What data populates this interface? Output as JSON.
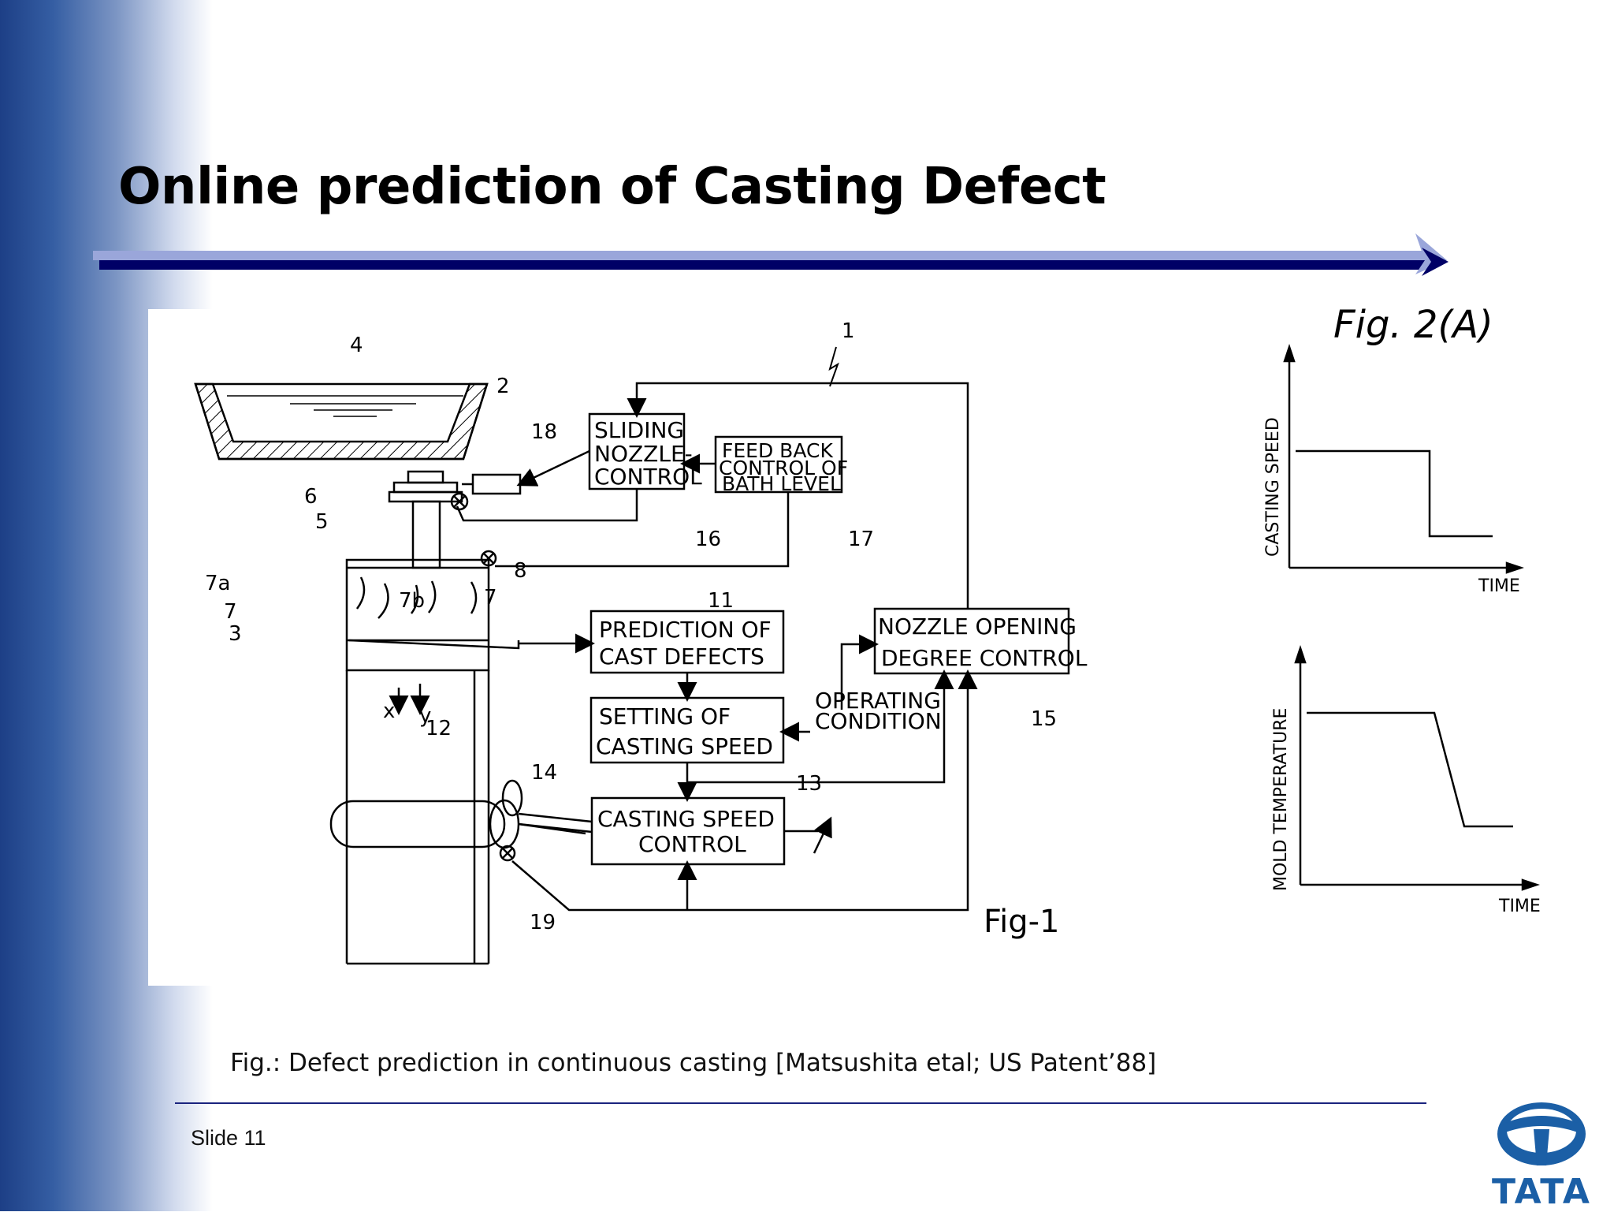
{
  "title": "Online prediction of Casting Defect",
  "diagram": {
    "blocks": {
      "sliding_nozzle": [
        "SLIDING",
        "NOZZLE-",
        "CONTROL"
      ],
      "feed_back": [
        "FEED BACK",
        "CONTROL OF",
        "BATH LEVEL"
      ],
      "prediction": [
        "PREDICTION  OF",
        "CAST  DEFECTS"
      ],
      "nozzle_opening": [
        "NOZZLE  OPENING",
        "DEGREE  CONTROL"
      ],
      "setting_speed": [
        "SETTING   OF",
        "CASTING  SPEED"
      ],
      "operating": [
        "OPERATING",
        "CONDITION"
      ],
      "casting_speed_control": [
        "CASTING  SPEED",
        "CONTROL"
      ]
    },
    "refs": {
      "r1": "1",
      "r2": "2",
      "r3": "3",
      "r4": "4",
      "r5": "5",
      "r6": "6",
      "r7": "7",
      "r7b": "7",
      "r7a": "7a",
      "r7c": "7b",
      "r8": "8",
      "r11": "11",
      "r12": "12",
      "r13": "13",
      "r14": "14",
      "r15": "15",
      "r16": "16",
      "r17": "17",
      "r18": "18",
      "r19": "19",
      "x": "x",
      "y": "y"
    },
    "fig1_label": "Fig-1",
    "fig2_label": "Fig. 2(A)",
    "graph_top": {
      "ylabel": "CASTING  SPEED",
      "xlabel": "TIME"
    },
    "graph_bottom": {
      "ylabel": "MOLD  TEMPERATURE",
      "xlabel": "TIME"
    }
  },
  "caption": "Fig.: Defect prediction in continuous casting [Matsushita etal; US Patent’88]",
  "slide_number": "Slide 11",
  "logo_text": "TATA",
  "colors": {
    "title_arrow_light": "#9aa6da",
    "title_arrow_dark": "#000066",
    "footer_rule": "#1a237e",
    "logo_blue": "#1b5fa6",
    "sidebar_gradient_start": "#1d3f86"
  }
}
